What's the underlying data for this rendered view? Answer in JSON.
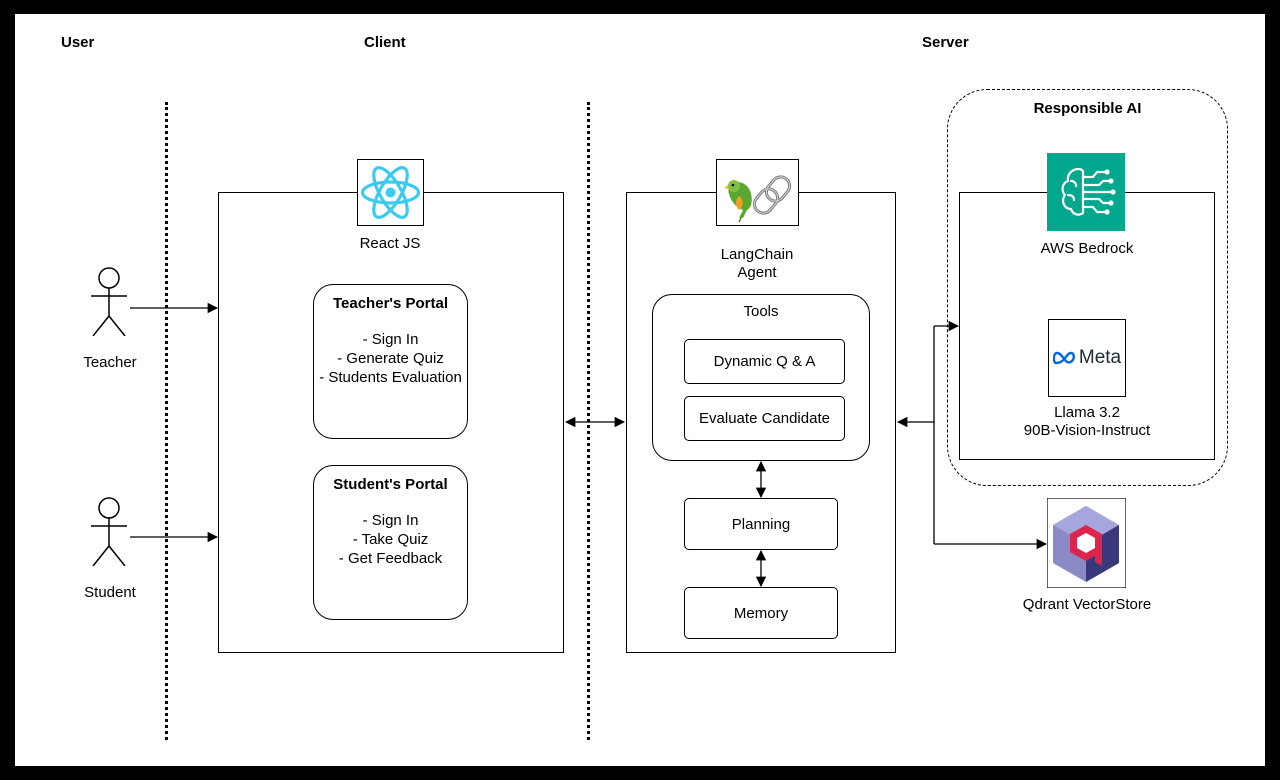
{
  "sections": {
    "user": "User",
    "client": "Client",
    "server": "Server"
  },
  "actors": {
    "teacher": "Teacher",
    "student": "Student"
  },
  "client": {
    "framework": "React JS",
    "teacher_portal": {
      "title": "Teacher's Portal",
      "items": [
        "- Sign In",
        "- Generate Quiz",
        "- Students Evaluation"
      ]
    },
    "student_portal": {
      "title": "Student's Portal",
      "items": [
        "- Sign In",
        "- Take Quiz",
        "- Get Feedback"
      ]
    }
  },
  "server": {
    "agent_line1": "LangChain",
    "agent_line2": "Agent",
    "tools_title": "Tools",
    "tools": [
      "Dynamic Q & A",
      "Evaluate Candidate"
    ],
    "planning": "Planning",
    "memory": "Memory"
  },
  "responsible_ai": {
    "title": "Responsible AI",
    "bedrock": "AWS Bedrock",
    "meta_logo_text": "Meta",
    "llama_line1": "Llama 3.2",
    "llama_line2": "90B-Vision-Instruct"
  },
  "vectorstore": "Qdrant VectorStore",
  "icons": {
    "react": "react-atom-icon",
    "langchain": "parrot-chain-icon",
    "bedrock": "brain-circuit-icon",
    "meta": "meta-infinity-icon",
    "qdrant": "qdrant-cube-icon",
    "actor": "stick-figure-icon"
  },
  "colors": {
    "react": "#3ccbf0",
    "bedrock": "#01a88d",
    "meta": "#0668e1",
    "qdrant_red": "#dc244c",
    "qdrant_blue": "#38387a",
    "qdrant_purple": "#8a8ac7"
  }
}
